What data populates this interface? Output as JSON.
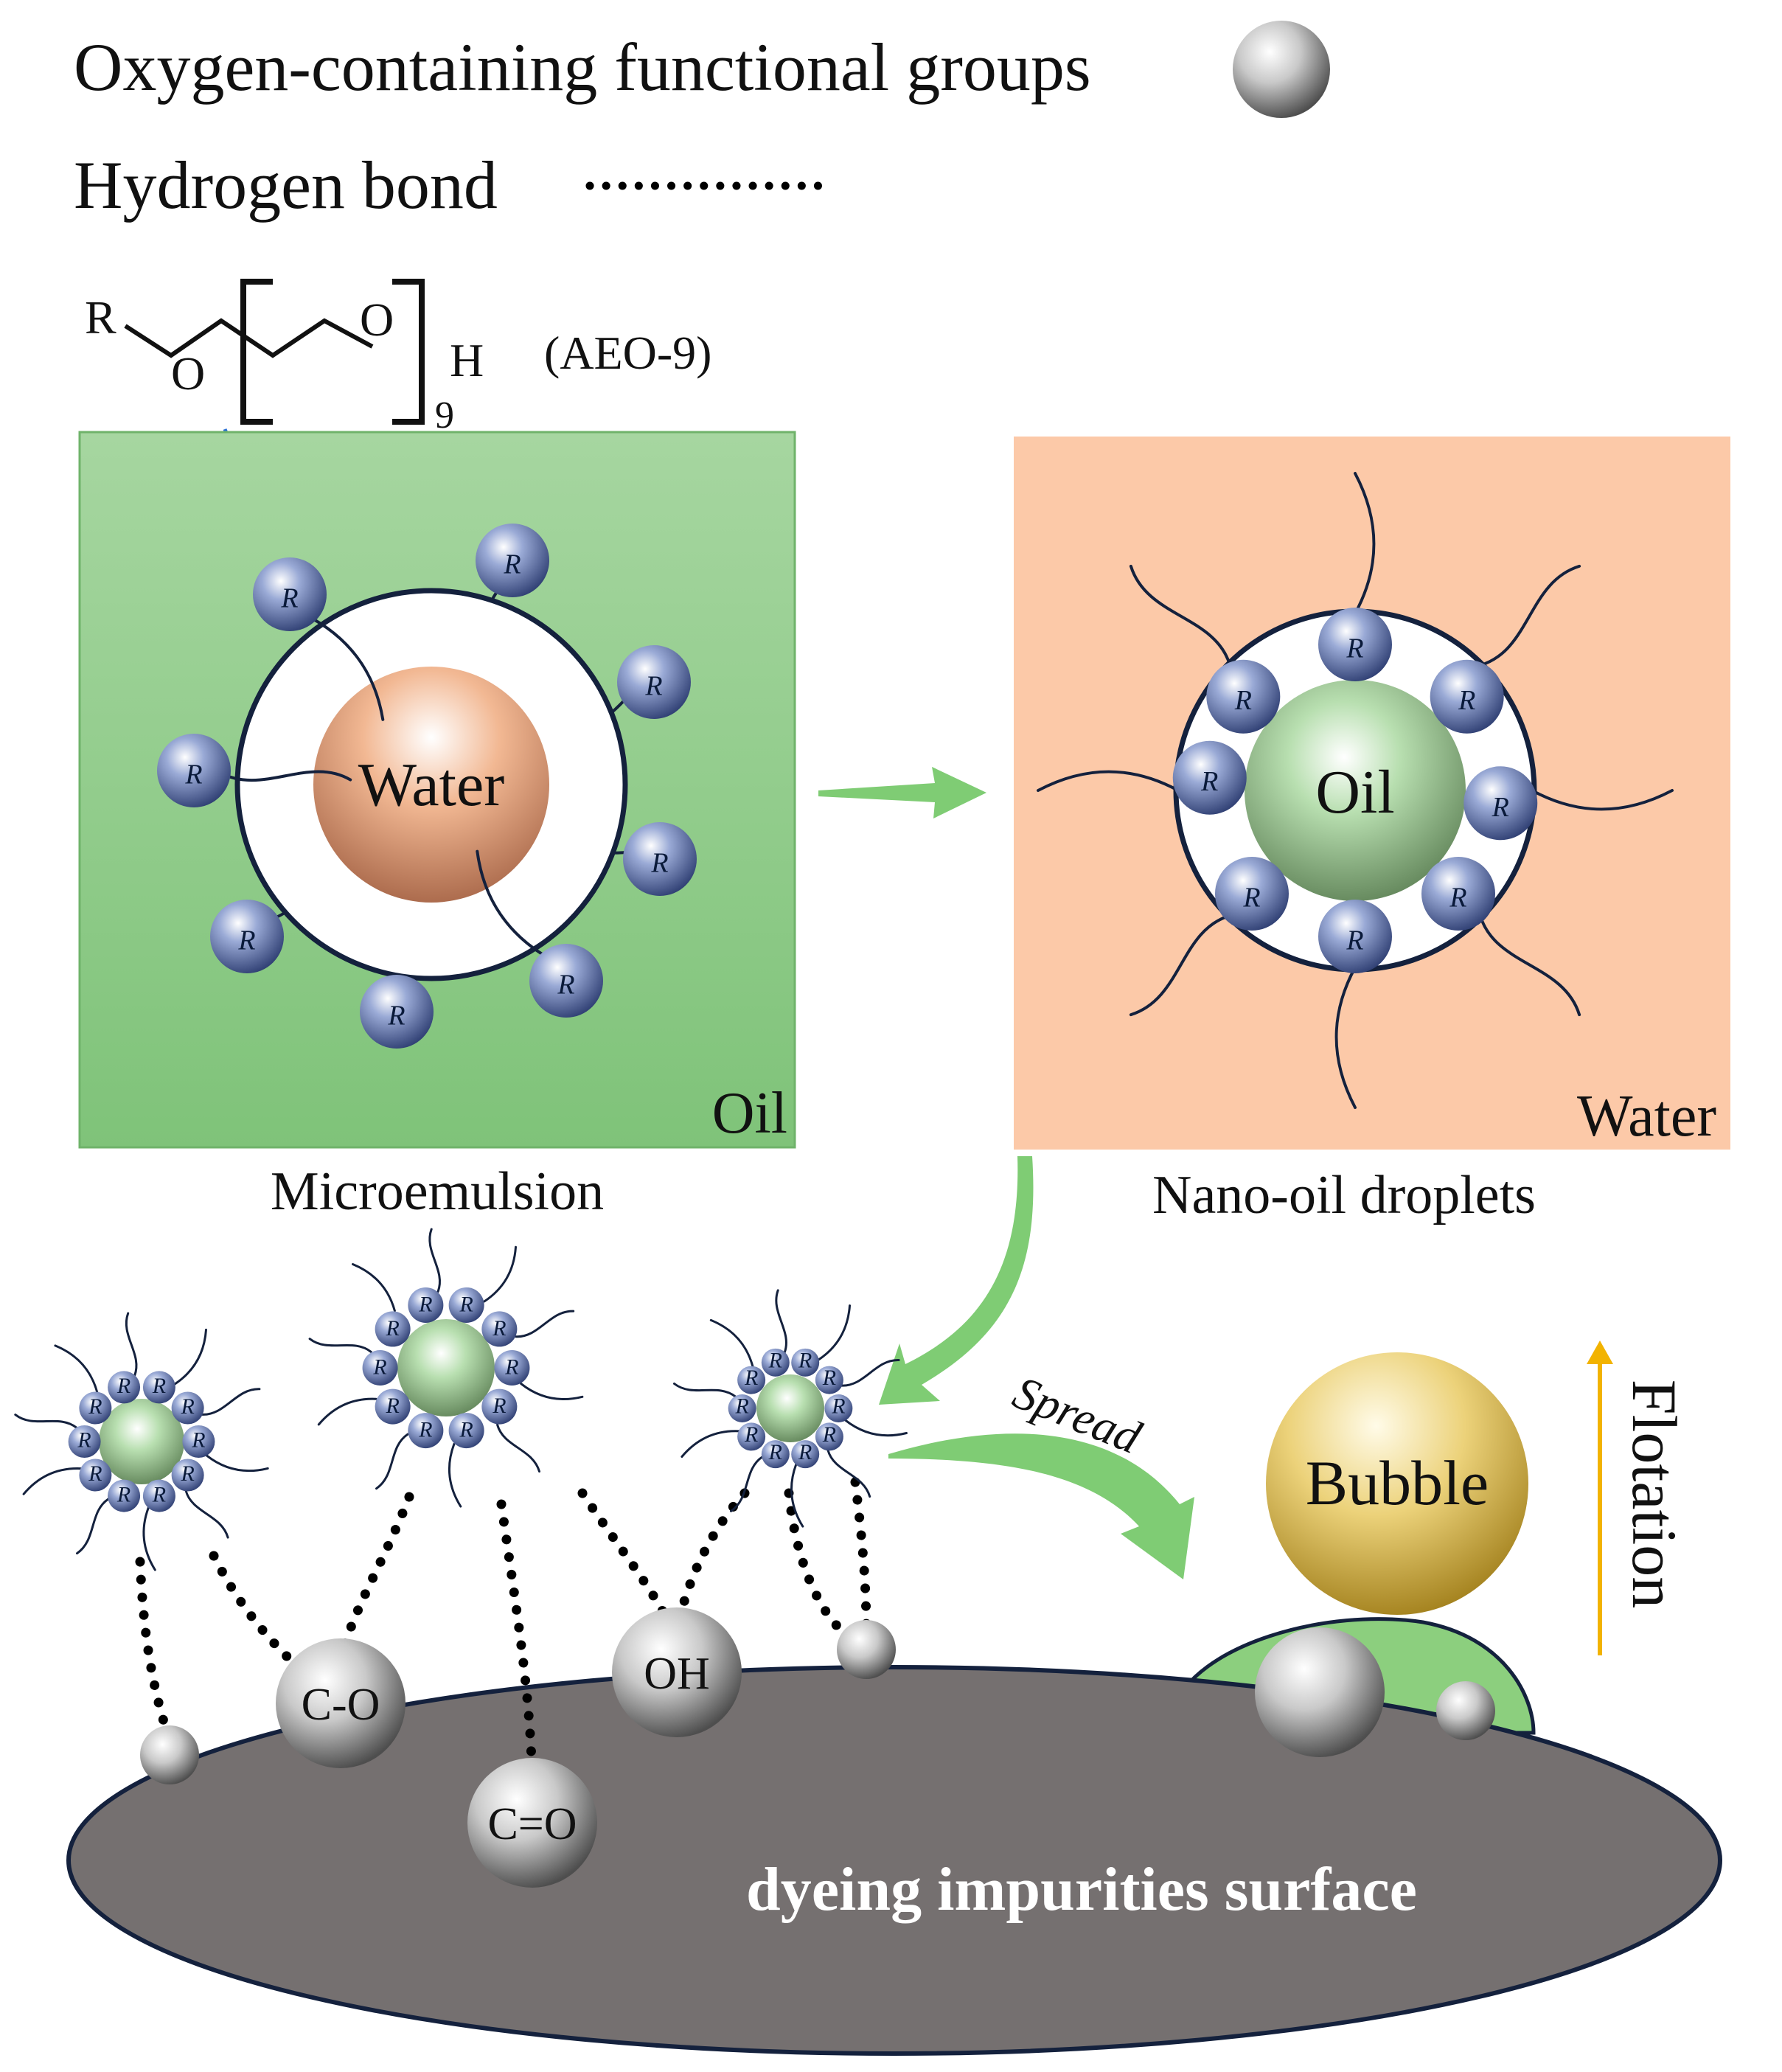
{
  "legend": {
    "oxygen_groups": "Oxygen-containing functional groups",
    "hydrogen_bond": "Hydrogen bond"
  },
  "surfactant": {
    "r": "R",
    "o1": "O",
    "o2": "O",
    "h": "H",
    "repeat": "9",
    "name": "(AEO-9)"
  },
  "microemulsion": {
    "caption": "Microemulsion",
    "core": "Water",
    "medium": "Oil",
    "head_label": "R"
  },
  "nano_droplets": {
    "caption": "Nano-oil droplets",
    "core": "Oil",
    "medium": "Water",
    "head_label": "R"
  },
  "flotation": {
    "spread_label": "Spread",
    "bubble": "Bubble",
    "flotation_label": "Flotation",
    "surface": "dyeing impurities surface",
    "groups": [
      "C-O",
      "C=O",
      "OH"
    ]
  },
  "colors": {
    "oil_box": "#8fcc8a",
    "water_box": "#fcc9a8",
    "surface": "#757070",
    "bubble": "#e6c75a",
    "arrow": "#7fcc74",
    "flotation_arrow": "#f2b300",
    "pointer_arrow": "#2a6fd6",
    "surfactant_head": "#6a7fb8"
  }
}
